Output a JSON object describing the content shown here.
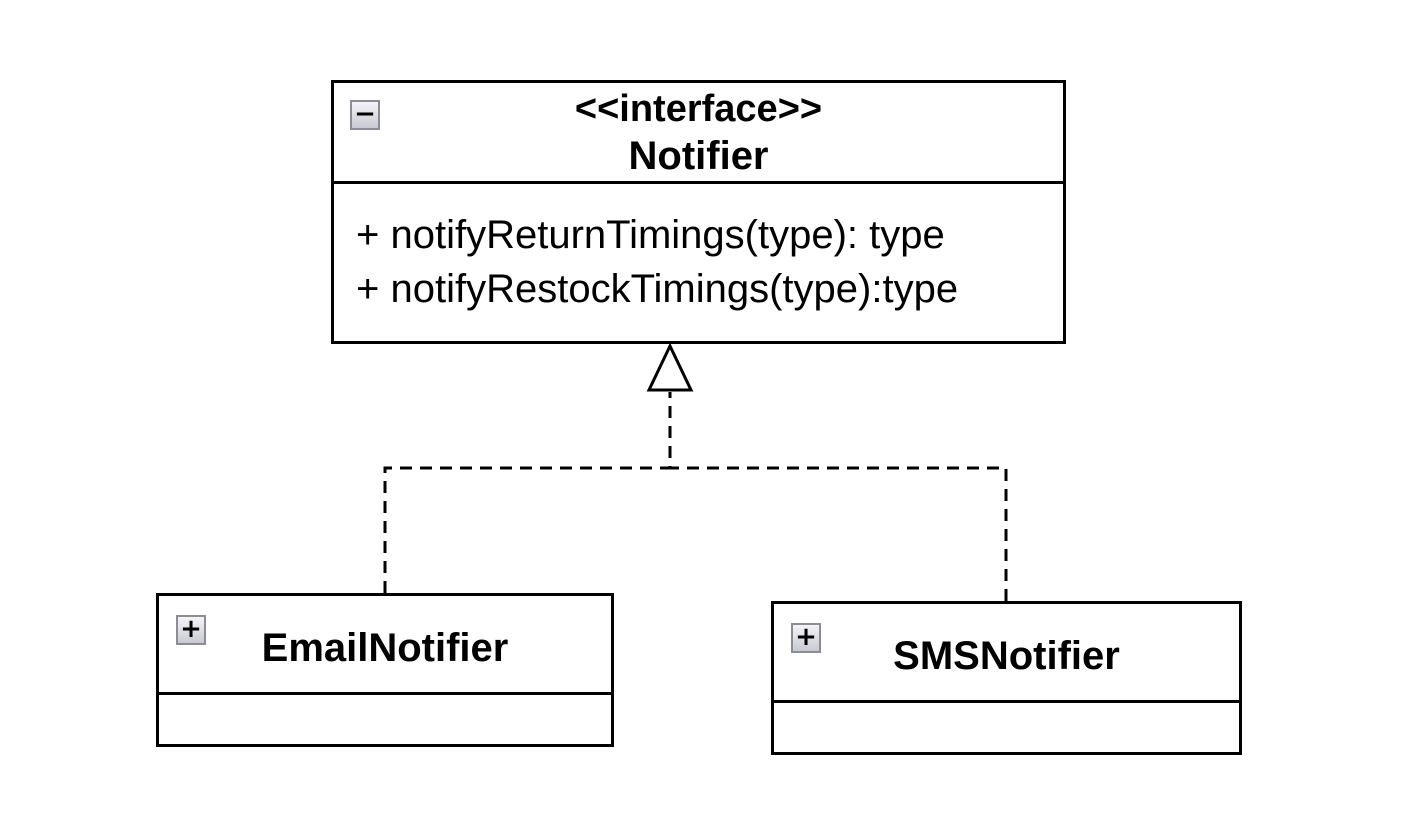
{
  "interface": {
    "stereotype": "<<interface>>",
    "name": "Notifier",
    "toggle_symbol": "−",
    "methods": [
      "+ notifyReturnTimings(type): type",
      "+ notifyRestockTimings(type):type"
    ]
  },
  "email_class": {
    "name": "EmailNotifier",
    "toggle_symbol": "+"
  },
  "sms_class": {
    "name": "SMSNotifier",
    "toggle_symbol": "+"
  },
  "relationship": {
    "type": "realization",
    "line_style": "dashed",
    "arrowhead": "hollow-triangle"
  },
  "colors": {
    "stroke": "#000000",
    "toggle_border": "#8c8c98"
  }
}
